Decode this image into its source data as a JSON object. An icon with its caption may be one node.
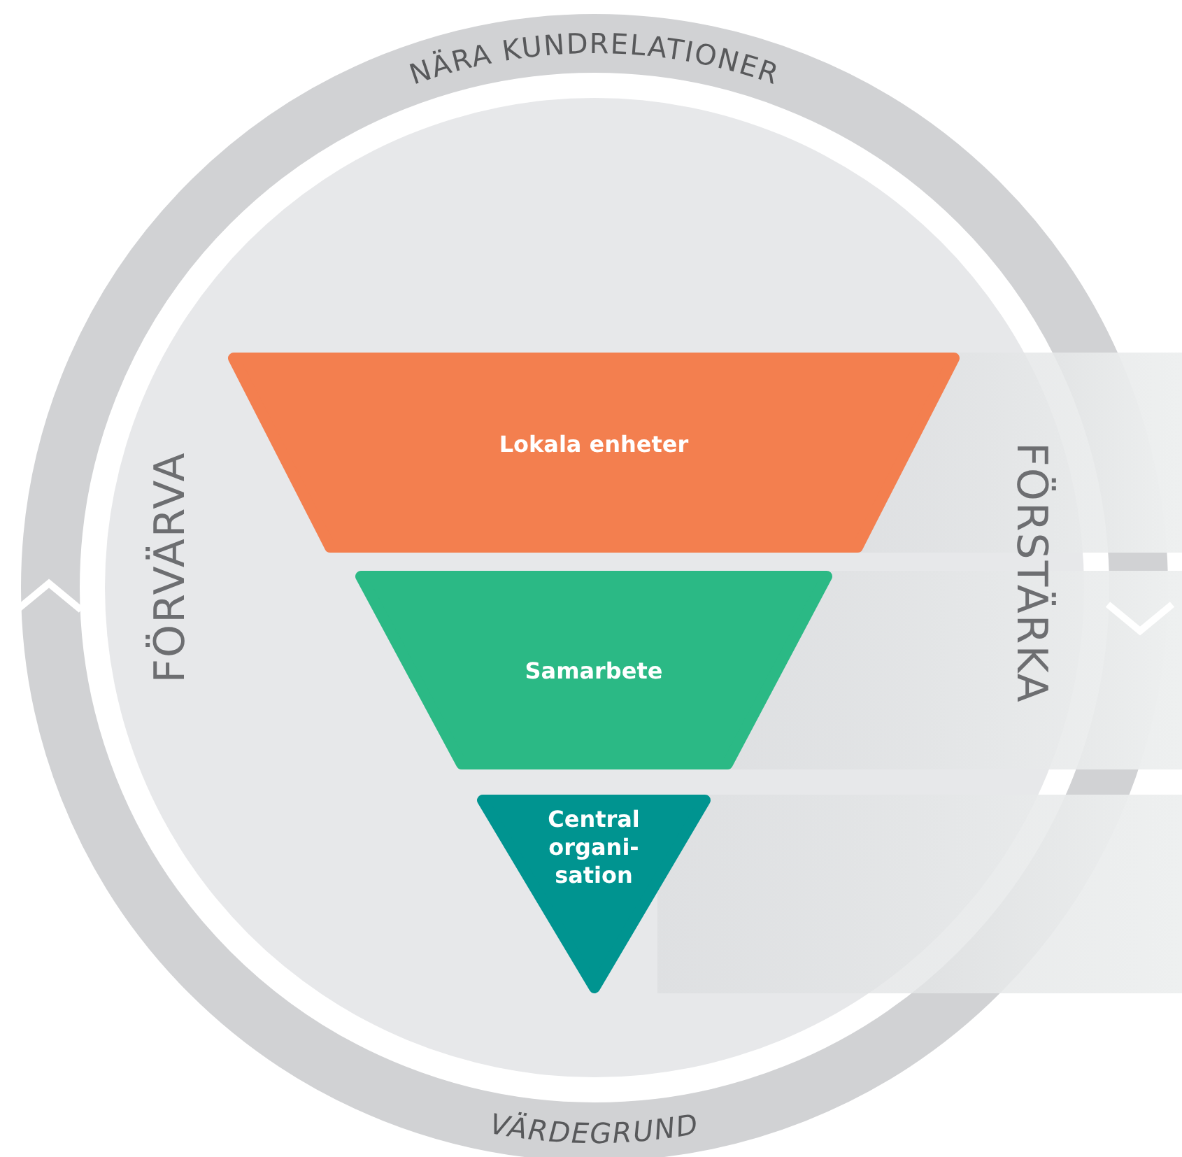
{
  "diagram": {
    "nodes": [
      {
        "text": [
          "Lokala enheter"
        ]
      },
      {
        "text": [
          "Samarbete"
        ]
      },
      {
        "text": [
          "Central organi- sation"
        ]
      }
    ],
    "labels": [
      "NÄRA KUNDRELATIONER",
      "FÖRVÄRVA",
      "FÖRSTÄRKA",
      "VÄRDEGRUND"
    ]
  }
}
